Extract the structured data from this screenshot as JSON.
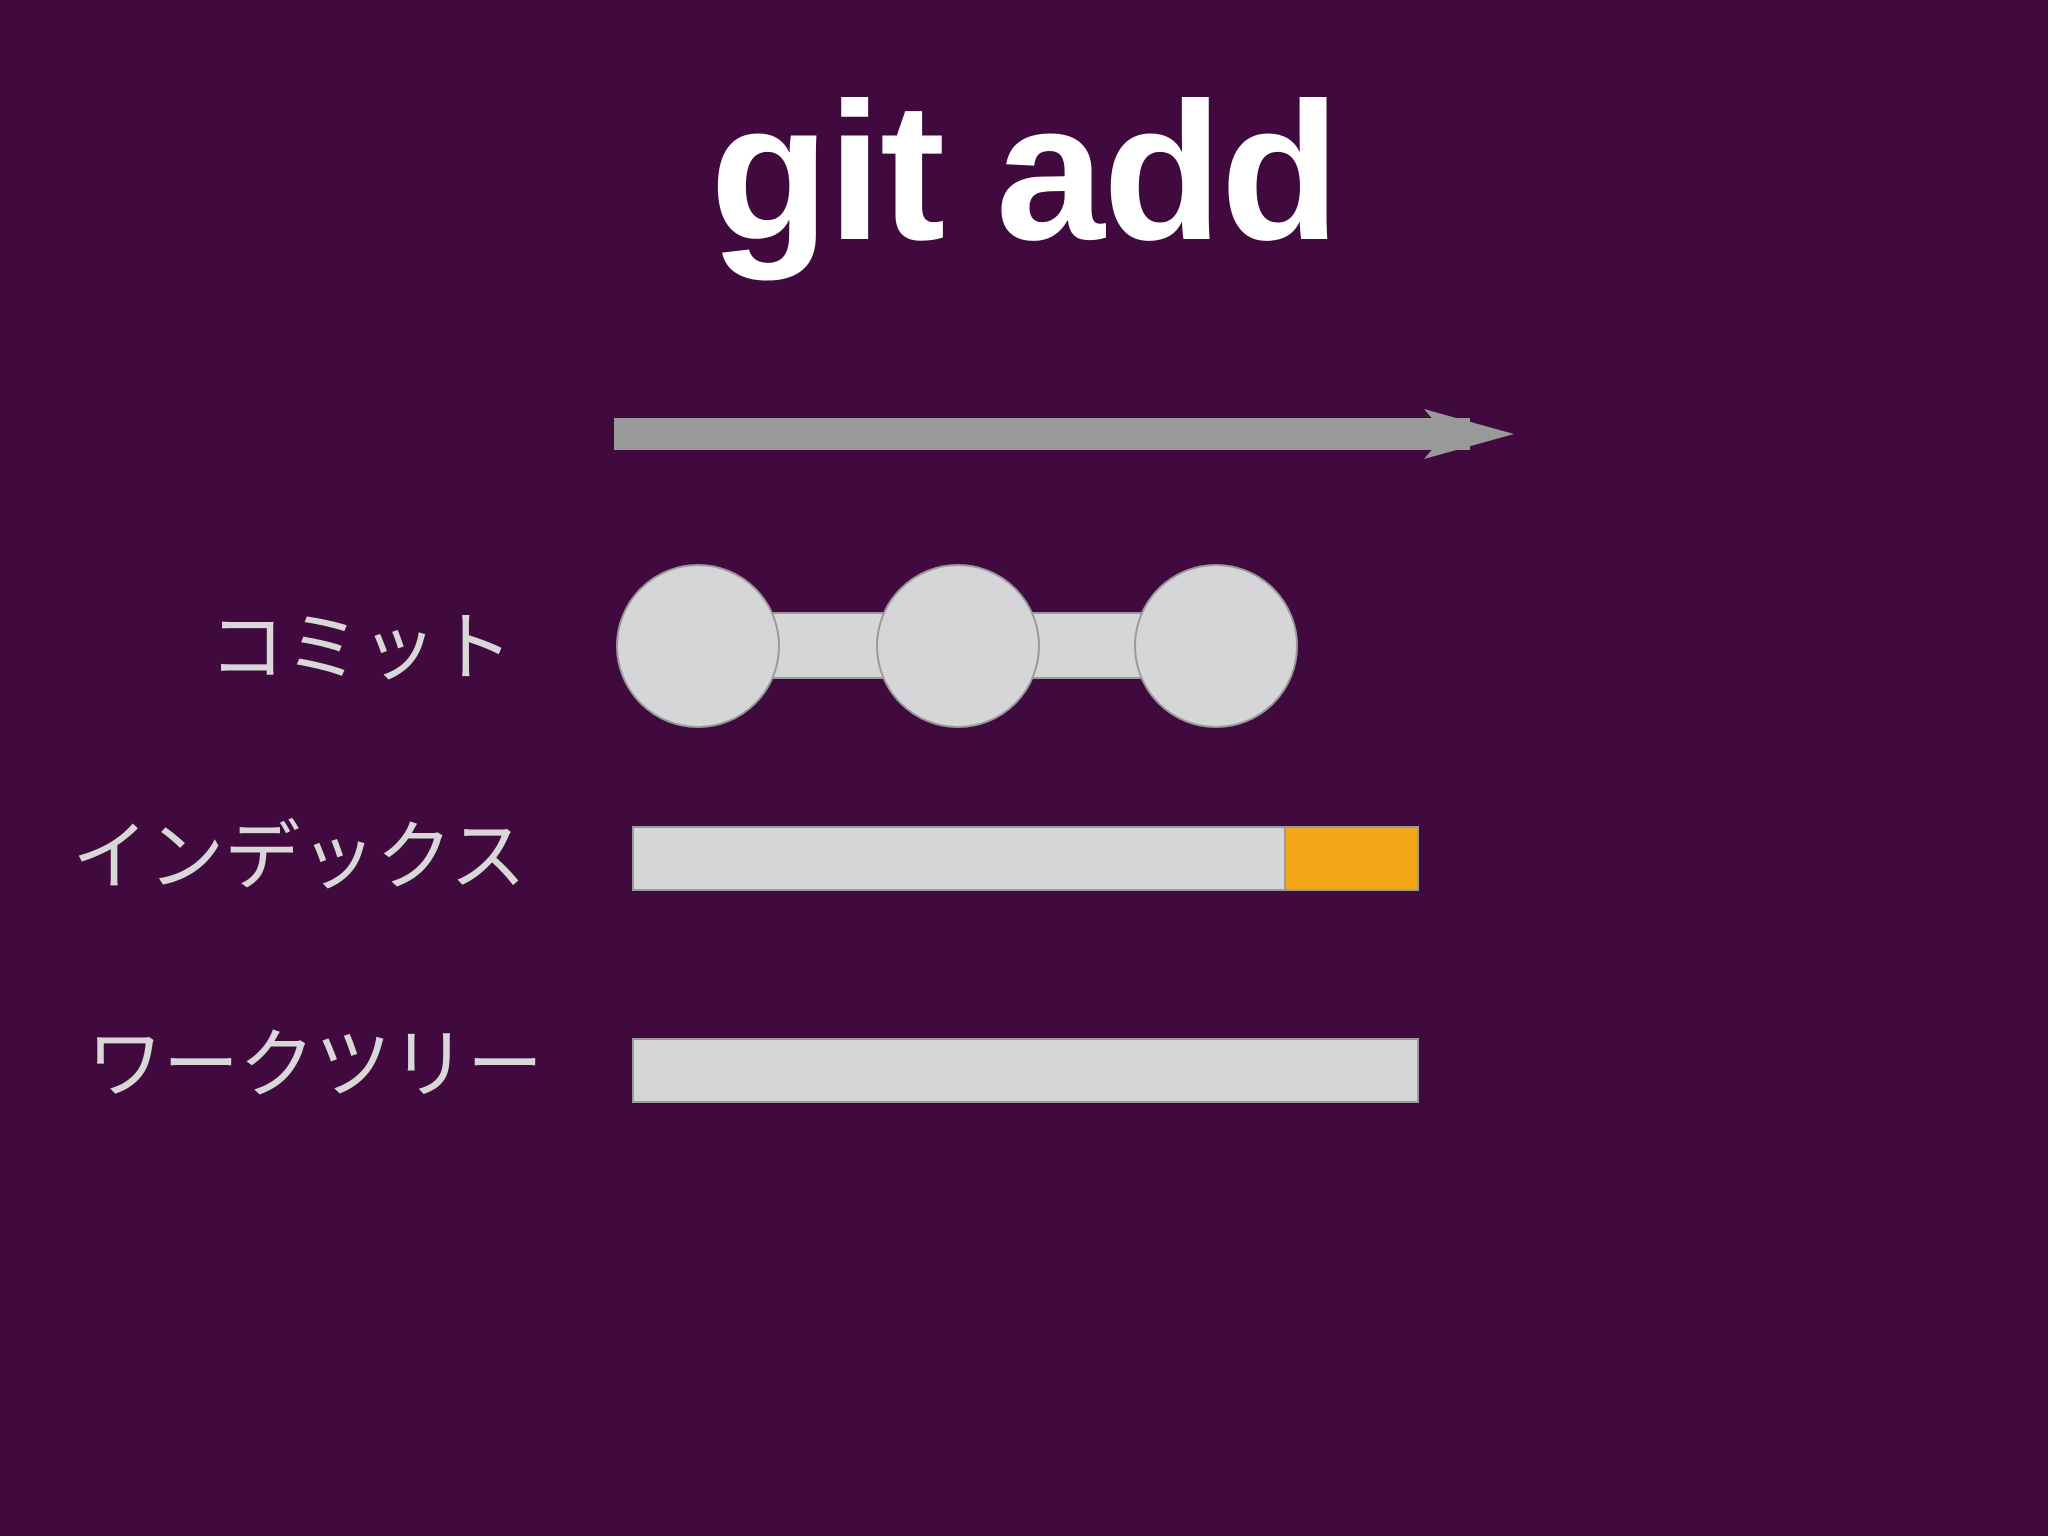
{
  "slide": {
    "title": "git add",
    "background_color": "#410a3f"
  },
  "timeline_arrow": {
    "color": "#999999"
  },
  "rows": {
    "commits": {
      "label": "コミット",
      "commit_count": 3,
      "fill_color": "#d6d6d8"
    },
    "index": {
      "label": "インデックス",
      "staged_fraction": 0.83,
      "new_change_color": "#f6a718",
      "fill_color": "#d6d6d8"
    },
    "worktree": {
      "label": "ワークツリー",
      "fill_color": "#d6d6d8"
    }
  }
}
